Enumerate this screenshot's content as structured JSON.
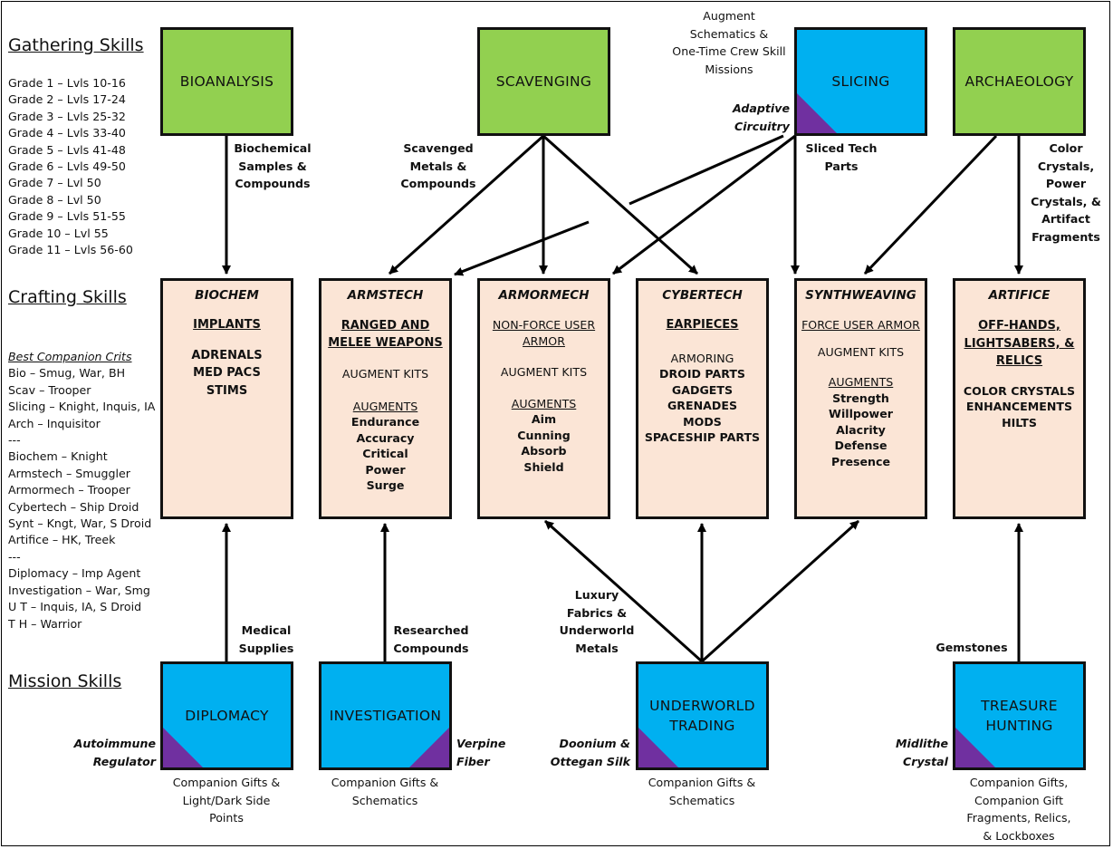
{
  "headings": {
    "gathering": "Gathering Skills",
    "crafting": "Crafting Skills",
    "mission": "Mission Skills"
  },
  "grades": [
    "Grade 1 – Lvls 10-16",
    "Grade 2 – Lvls 17-24",
    "Grade 3 – Lvls 25-32",
    "Grade 4 – Lvls 33-40",
    "Grade 5 – Lvls 41-48",
    "Grade 6 – Lvls 49-50",
    "Grade 7 – Lvl 50",
    "Grade 8 – Lvl 50",
    "Grade 9 – Lvls 51-55",
    "Grade 10 – Lvl 55",
    "Grade 11 – Lvls 56-60"
  ],
  "companion_crits": {
    "title": "Best Companion Crits",
    "lines": [
      "Bio – Smug, War, BH",
      "Scav – Trooper",
      "Slicing – Knight, Inquis, IA",
      "Arch – Inquisitor",
      "---",
      "Biochem – Knight",
      "Armstech – Smuggler",
      "Armormech – Trooper",
      "Cybertech – Ship Droid",
      "Synt – Kngt, War, S Droid",
      "Artifice – HK, Treek",
      "---",
      "Diplomacy – Imp Agent",
      "Investigation – War, Smg",
      "U T – Inquis, IA, S Droid",
      "T H – Warrior"
    ]
  },
  "gathering_boxes": {
    "bioanalysis": "BIOANALYSIS",
    "scavenging": "SCAVENGING",
    "slicing": "SLICING",
    "archaeology": "ARCHAEOLOGY"
  },
  "crafting_boxes": {
    "biochem": {
      "title": "BIOCHEM",
      "l1": "IMPLANTS",
      "l2": "ADRENALS",
      "l3": "MED PACS",
      "l4": "STIMS"
    },
    "armstech": {
      "title": "ARMSTECH",
      "l1": "RANGED AND",
      "l2": "MELEE WEAPONS",
      "l3": "AUGMENT KITS",
      "l4": "AUGMENTS",
      "items": [
        "Endurance",
        "Accuracy",
        "Critical",
        "Power",
        "Surge"
      ]
    },
    "armormech": {
      "title": "ARMORMECH",
      "l1": "NON-FORCE USER",
      "l2": "ARMOR",
      "l3": "AUGMENT KITS",
      "l4": "AUGMENTS",
      "items": [
        "Aim",
        "Cunning",
        "Absorb",
        "Shield"
      ]
    },
    "cybertech": {
      "title": "CYBERTECH",
      "l1": "EARPIECES",
      "items": [
        "ARMORING",
        "DROID PARTS",
        "GADGETS",
        "GRENADES",
        "MODS",
        "SPACESHIP PARTS"
      ]
    },
    "synthweaving": {
      "title": "SYNTHWEAVING",
      "l1": "FORCE USER ARMOR",
      "l2": "AUGMENT KITS",
      "l3": "AUGMENTS",
      "items": [
        "Strength",
        "Willpower",
        "Alacrity",
        "Defense",
        "Presence"
      ]
    },
    "artifice": {
      "title": "ARTIFICE",
      "l1": "OFF-HANDS,",
      "l2": "LIGHTSABERS, &",
      "l3": "RELICS",
      "items": [
        "COLOR CRYSTALS",
        "ENHANCEMENTS",
        "HILTS"
      ]
    }
  },
  "mission_boxes": {
    "diplomacy": "DIPLOMACY",
    "investigation": "INVESTIGATION",
    "underworld_1": "UNDERWORLD",
    "underworld_2": "TRADING",
    "treasure_1": "TREASURE",
    "treasure_2": "HUNTING"
  },
  "flow_labels": {
    "biochemical": [
      "Biochemical",
      "Samples &",
      "Compounds"
    ],
    "scavenged": [
      "Scavenged",
      "Metals &",
      "Compounds"
    ],
    "sliced": [
      "Sliced Tech",
      "Parts"
    ],
    "color_crystals": [
      "Color",
      "Crystals,",
      "Power",
      "Crystals, &",
      "Artifact",
      "Fragments"
    ],
    "augment_schematics": [
      "Augment",
      "Schematics &",
      "One-Time Crew Skill",
      "Missions"
    ],
    "medical": [
      "Medical",
      "Supplies"
    ],
    "researched": [
      "Researched",
      "Compounds"
    ],
    "luxury": [
      "Luxury",
      "Fabrics &",
      "Underworld",
      "Metals"
    ],
    "gemstones": "Gemstones"
  },
  "rare_items": {
    "adaptive": [
      "Adaptive",
      "Circuitry"
    ],
    "autoimmune": [
      "Autoimmune",
      "Regulator"
    ],
    "verpine": [
      "Verpine",
      "Fiber"
    ],
    "doonium": [
      "Doonium &",
      "Ottegan Silk"
    ],
    "midlithe": [
      "Midlithe",
      "Crystal"
    ]
  },
  "mission_rewards": {
    "diplomacy": [
      "Companion Gifts &",
      "Light/Dark Side",
      "Points"
    ],
    "investigation": [
      "Companion Gifts &",
      "Schematics"
    ],
    "underworld": [
      "Companion Gifts &",
      "Schematics"
    ],
    "treasure": [
      "Companion Gifts,",
      "Companion Gift",
      "Fragments, Relics,",
      "& Lockboxes"
    ]
  },
  "colors": {
    "gathering_green": "#92d050",
    "mission_blue": "#00b0f0",
    "crafting_cream": "#fbe5d6",
    "rare_purple": "#7030a0"
  }
}
